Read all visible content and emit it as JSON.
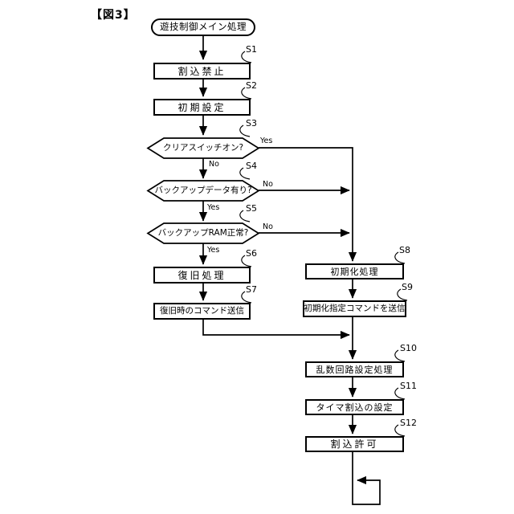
{
  "figure_label": "【図3】",
  "colors": {
    "line": "#000000",
    "background": "#ffffff",
    "text": "#000000"
  },
  "flowchart": {
    "start": {
      "label": "遊技制御メイン処理",
      "type": "terminal"
    },
    "steps": [
      {
        "id": "S1",
        "label": "割込禁止",
        "type": "process"
      },
      {
        "id": "S2",
        "label": "初期設定",
        "type": "process"
      },
      {
        "id": "S3",
        "label": "クリアスイッチオン?",
        "type": "decision",
        "yes_label": "Yes",
        "no_label": "No"
      },
      {
        "id": "S4",
        "label": "バックアップデータ有り?",
        "type": "decision",
        "yes_label": "Yes",
        "no_label": "No"
      },
      {
        "id": "S5",
        "label": "バックアップRAM正常?",
        "type": "decision",
        "yes_label": "Yes",
        "no_label": "No"
      },
      {
        "id": "S6",
        "label": "復旧処理",
        "type": "process"
      },
      {
        "id": "S7",
        "label": "復旧時のコマンド送信",
        "type": "process"
      },
      {
        "id": "S8",
        "label": "初期化処理",
        "type": "process"
      },
      {
        "id": "S9",
        "label": "初期化指定コマンドを送信",
        "type": "process"
      },
      {
        "id": "S10",
        "label": "乱数回路設定処理",
        "type": "process"
      },
      {
        "id": "S11",
        "label": "タイマ割込の設定",
        "type": "process"
      },
      {
        "id": "S12",
        "label": "割込許可",
        "type": "process"
      }
    ]
  }
}
